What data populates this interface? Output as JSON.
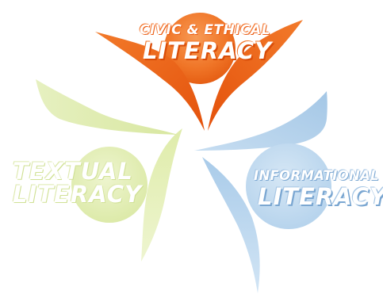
{
  "diagram": {
    "nodes": [
      {
        "id": "civic",
        "line1": "CIVIC & ETHICAL",
        "line2": "LITERACY",
        "color": "#ee6a22"
      },
      {
        "id": "textual",
        "line1": "TEXTUAL",
        "line2": "LITERACY",
        "color": "#e4efb8"
      },
      {
        "id": "informational",
        "line1": "INFORMATIONAL",
        "line2": "LITERACY",
        "color": "#a9cbe8"
      }
    ]
  }
}
